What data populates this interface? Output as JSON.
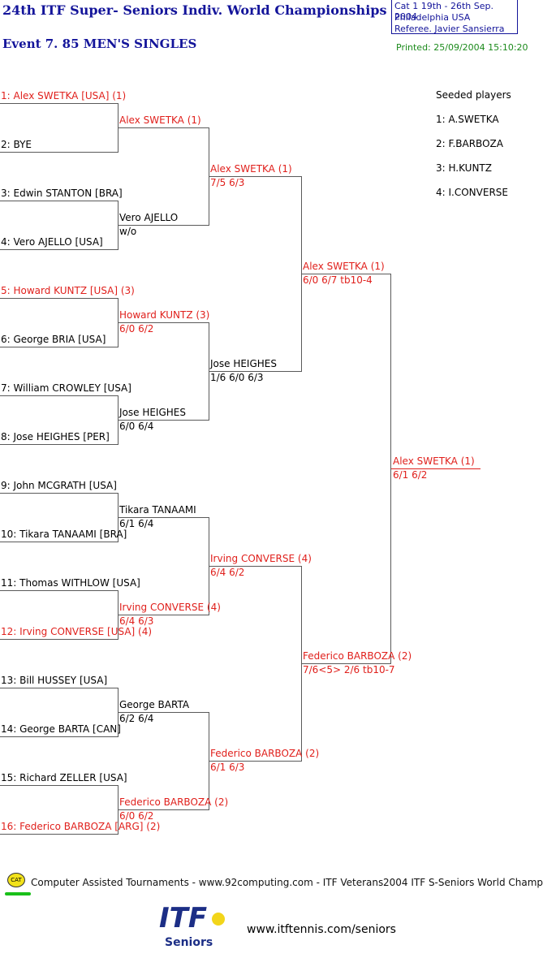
{
  "header": {
    "title": "24th ITF Super- Seniors Indiv. World Championships",
    "event": "Event 7. 85 MEN'S SINGLES",
    "cat_line": "Cat 1   19th - 26th Sep. 2004",
    "location": "Philadelphia   USA",
    "referee": "Referee.  Javier Sansierra",
    "printed": "Printed: 25/09/2004 15:10:20"
  },
  "seeds": {
    "heading": "Seeded players",
    "list": [
      "1: A.SWETKA",
      "2: F.BARBOZA",
      "3: H.KUNTZ",
      "4: I.CONVERSE"
    ]
  },
  "round1": [
    {
      "name": "1: Alex SWETKA [USA] (1)",
      "red": true
    },
    {
      "name": "2: BYE",
      "red": false
    },
    {
      "name": "3: Edwin STANTON [BRA]",
      "red": false
    },
    {
      "name": "4: Vero AJELLO [USA]",
      "red": false
    },
    {
      "name": "5: Howard KUNTZ [USA] (3)",
      "red": true
    },
    {
      "name": "6: George BRIA [USA]",
      "red": false
    },
    {
      "name": "7: William CROWLEY [USA]",
      "red": false
    },
    {
      "name": "8: Jose HEIGHES [PER]",
      "red": false
    },
    {
      "name": "9: John MCGRATH [USA]",
      "red": false
    },
    {
      "name": "10: Tikara TANAAMI [BRA]",
      "red": false
    },
    {
      "name": "11: Thomas WITHLOW [USA]",
      "red": false
    },
    {
      "name": "12: Irving CONVERSE [USA] (4)",
      "red": true
    },
    {
      "name": "13: Bill HUSSEY [USA]",
      "red": false
    },
    {
      "name": "14: George BARTA [CAN]",
      "red": false
    },
    {
      "name": "15: Richard ZELLER [USA]",
      "red": false
    },
    {
      "name": "16: Federico BARBOZA [ARG] (2)",
      "red": true
    }
  ],
  "round2": [
    {
      "name": "Alex SWETKA (1)",
      "score": "",
      "red": true
    },
    {
      "name": "Vero AJELLO",
      "score": "w/o",
      "red": false
    },
    {
      "name": "Howard KUNTZ (3)",
      "score": "6/0 6/2",
      "red": true
    },
    {
      "name": "Jose HEIGHES",
      "score": "6/0 6/4",
      "red": false
    },
    {
      "name": "Tikara TANAAMI",
      "score": "6/1 6/4",
      "red": false
    },
    {
      "name": "Irving CONVERSE (4)",
      "score": "6/4 6/3",
      "red": true
    },
    {
      "name": "George BARTA",
      "score": "6/2 6/4",
      "red": false
    },
    {
      "name": "Federico BARBOZA (2)",
      "score": "6/0 6/2",
      "red": true
    }
  ],
  "round3": [
    {
      "name": "Alex SWETKA (1)",
      "score": "7/5 6/3",
      "red": true
    },
    {
      "name": "Jose HEIGHES",
      "score": "1/6 6/0 6/3",
      "red": false
    },
    {
      "name": "Irving CONVERSE (4)",
      "score": "6/4 6/2",
      "red": true
    },
    {
      "name": "Federico BARBOZA (2)",
      "score": "6/1 6/3",
      "red": true
    }
  ],
  "round4": [
    {
      "name": "Alex SWETKA (1)",
      "score": "6/0 6/7 tb10-4",
      "red": true
    },
    {
      "name": "Federico BARBOZA (2)",
      "score": "7/6<5> 2/6 tb10-7",
      "red": true
    }
  ],
  "final": {
    "name": "Alex SWETKA (1)",
    "score": "6/1 6/2",
    "red": true
  },
  "footer": {
    "cat_badge": "CAT",
    "line": "Computer Assisted Tournaments - www.92computing.com -  ITF Veterans",
    "right": "2004 ITF S-Seniors World Champ",
    "logo_text": "ITF",
    "logo_sub": "Seniors",
    "url": "www.itftennis.com/seniors"
  },
  "colors": {
    "winner": "#e0201c",
    "title": "#13149a",
    "printed": "#1b8a1b"
  }
}
